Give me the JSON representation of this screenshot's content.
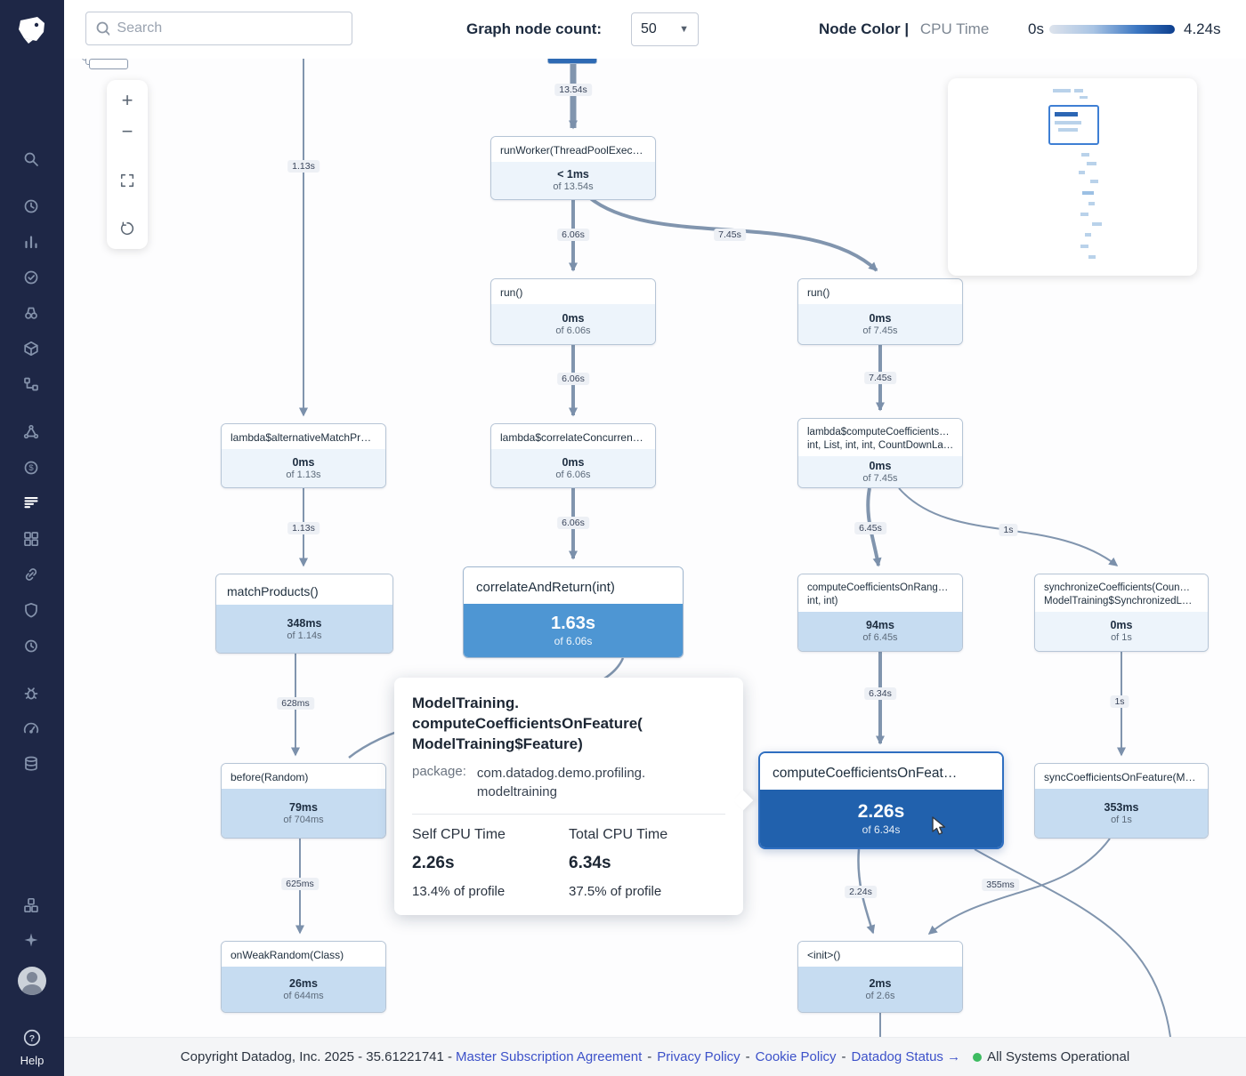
{
  "header": {
    "search_placeholder": "Search",
    "node_count_label": "Graph node count:",
    "node_count_value": "50",
    "node_color_label": "Node Color |",
    "node_color_metric": "CPU Time",
    "scale_min": "0s",
    "scale_max": "4.24s"
  },
  "sidebar": {
    "icons": [
      "datadog-logo",
      "search",
      "history",
      "metrics",
      "monitors",
      "watchdog",
      "infrastructure",
      "apm",
      "service-map",
      "cost",
      "profiling",
      "dashboards",
      "synthetics",
      "security",
      "ci",
      "error-tracking",
      "slo",
      "database",
      "integrations",
      "bits-ai",
      "user-avatar",
      "help"
    ],
    "active_item": "profiling",
    "help_label": "Help"
  },
  "graph": {
    "nodes": [
      {
        "id": "runworker",
        "title": "runWorker(ThreadPoolExecut…",
        "value": "< 1ms",
        "sub": "of 13.54s"
      },
      {
        "id": "run_mid",
        "title": "run()",
        "value": "0ms",
        "sub": "of 6.06s"
      },
      {
        "id": "run_right",
        "title": "run()",
        "value": "0ms",
        "sub": "of 7.45s"
      },
      {
        "id": "lambda_alt",
        "title": "lambda$alternativeMatchPro…",
        "value": "0ms",
        "sub": "of 1.13s"
      },
      {
        "id": "lambda_corr",
        "title": "lambda$correlateConcurrentl…",
        "value": "0ms",
        "sub": "of 6.06s"
      },
      {
        "id": "lambda_compute",
        "title": "lambda$computeCoefficients…",
        "title2": "int, List, int, int, CountDownLa…",
        "value": "0ms",
        "sub": "of 7.45s"
      },
      {
        "id": "matchproducts",
        "title": "matchProducts()",
        "value": "348ms",
        "sub": "of 1.14s"
      },
      {
        "id": "correlate",
        "title": "correlateAndReturn(int)",
        "value": "1.63s",
        "sub": "of 6.06s"
      },
      {
        "id": "computerange",
        "title": "computeCoefficientsOnRange(…",
        "title2": "int, int)",
        "value": "94ms",
        "sub": "of 6.45s"
      },
      {
        "id": "synccoeff",
        "title": "synchronizeCoefficients(Coun…",
        "title2": "ModelTraining$SynchronizedL…",
        "value": "0ms",
        "sub": "of 1s"
      },
      {
        "id": "before",
        "title": "before(Random)",
        "value": "79ms",
        "sub": "of 704ms"
      },
      {
        "id": "selected",
        "title": "computeCoefficientsOnFeat…",
        "value": "2.26s",
        "sub": "of 6.34s"
      },
      {
        "id": "synconfeature",
        "title": "syncCoefficientsOnFeature(Mo…",
        "value": "353ms",
        "sub": "of 1s"
      },
      {
        "id": "onweakrandom",
        "title": "onWeakRandom(Class)",
        "value": "26ms",
        "sub": "of 644ms"
      },
      {
        "id": "init",
        "title": "<init>()",
        "value": "2ms",
        "sub": "of 2.6s"
      }
    ],
    "edges": [
      {
        "label": "13.54s"
      },
      {
        "label": "6.06s"
      },
      {
        "label": "7.45s"
      },
      {
        "label": "1.13s"
      },
      {
        "label": "6.06s"
      },
      {
        "label": "7.45s"
      },
      {
        "label": "1.13s"
      },
      {
        "label": "6.06s"
      },
      {
        "label": "6.45s"
      },
      {
        "label": "1s"
      },
      {
        "label": "628ms"
      },
      {
        "label": "6.34s"
      },
      {
        "label": "1s"
      },
      {
        "label": "625ms"
      },
      {
        "label": "2.24s"
      },
      {
        "label": "355ms"
      }
    ]
  },
  "tooltip": {
    "title_lines": [
      "ModelTraining.",
      "computeCoefficientsOnFeature(",
      "ModelTraining$Feature)"
    ],
    "package_label": "package:",
    "package_value_lines": [
      "com.datadog.demo.profiling.",
      "modeltraining"
    ],
    "self_label": "Self CPU Time",
    "total_label": "Total CPU Time",
    "self_value": "2.26s",
    "total_value": "6.34s",
    "self_pct": "13.4% of profile",
    "total_pct": "37.5% of profile"
  },
  "footer": {
    "copyright": "Copyright Datadog, Inc. 2025 - 35.61221741 -",
    "separator": "-",
    "links": [
      "Master Subscription Agreement",
      "Privacy Policy",
      "Cookie Policy",
      "Datadog Status →"
    ],
    "status": "All Systems Operational"
  },
  "colors": {
    "sidebar_bg": "#1e2746",
    "accent_blue": "#2f6fc1",
    "selected_bar": "#2161ad",
    "medium_bar": "#4e96d3",
    "light_bar": "#c6dcf1",
    "edge": "#8195ae",
    "scale_start": "#dde3ec",
    "scale_end": "#0d3f8e",
    "status_green": "#3dbb61"
  }
}
